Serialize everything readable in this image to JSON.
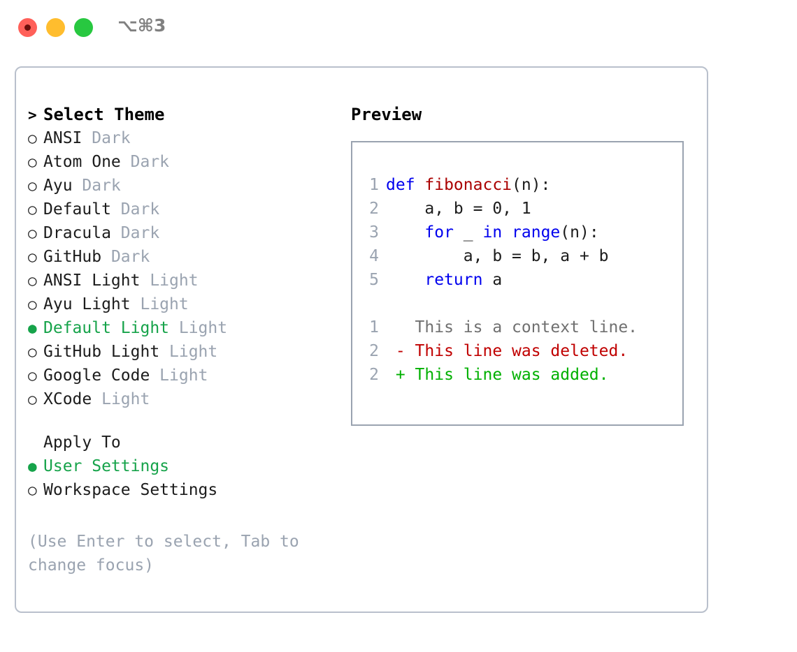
{
  "window": {
    "title": "⌥⌘3",
    "controls": [
      {
        "name": "close",
        "color": "#ff6059"
      },
      {
        "name": "minimize",
        "color": "#ffbd2e"
      },
      {
        "name": "maximize",
        "color": "#28c840"
      }
    ]
  },
  "theme_picker": {
    "header_marker": ">",
    "header": "Select Theme",
    "marker_selected": "●",
    "marker_unselected": "○",
    "accent_color": "#16a34a",
    "muted_color": "#9aa3b0",
    "items": [
      {
        "name": "ANSI",
        "kind": "Dark",
        "selected": false
      },
      {
        "name": "Atom One",
        "kind": "Dark",
        "selected": false
      },
      {
        "name": "Ayu",
        "kind": "Dark",
        "selected": false
      },
      {
        "name": "Default",
        "kind": "Dark",
        "selected": false
      },
      {
        "name": "Dracula",
        "kind": "Dark",
        "selected": false
      },
      {
        "name": "GitHub",
        "kind": "Dark",
        "selected": false
      },
      {
        "name": "ANSI Light",
        "kind": "Light",
        "selected": false
      },
      {
        "name": "Ayu Light",
        "kind": "Light",
        "selected": false
      },
      {
        "name": "Default Light",
        "kind": "Light",
        "selected": true
      },
      {
        "name": "GitHub Light",
        "kind": "Light",
        "selected": false
      },
      {
        "name": "Google Code",
        "kind": "Light",
        "selected": false
      },
      {
        "name": "XCode",
        "kind": "Light",
        "selected": false
      }
    ]
  },
  "apply_to": {
    "header": "Apply To",
    "items": [
      {
        "name": "User Settings",
        "selected": true
      },
      {
        "name": "Workspace Settings",
        "selected": false
      }
    ]
  },
  "hint": "(Use Enter to select, Tab to change focus)",
  "preview": {
    "title": "Preview",
    "code_lines": [
      {
        "number": "1",
        "tokens": [
          {
            "text": "def ",
            "type": "keyword"
          },
          {
            "text": "fibonacci",
            "type": "function"
          },
          {
            "text": "(n):",
            "type": "plain"
          }
        ]
      },
      {
        "number": "2",
        "tokens": [
          {
            "text": "    a, b = 0, 1",
            "type": "plain"
          }
        ]
      },
      {
        "number": "3",
        "tokens": [
          {
            "text": "    ",
            "type": "plain"
          },
          {
            "text": "for",
            "type": "keyword"
          },
          {
            "text": " _ ",
            "type": "plain"
          },
          {
            "text": "in",
            "type": "keyword"
          },
          {
            "text": " ",
            "type": "plain"
          },
          {
            "text": "range",
            "type": "keyword"
          },
          {
            "text": "(n):",
            "type": "plain"
          }
        ]
      },
      {
        "number": "4",
        "tokens": [
          {
            "text": "        a, b = b, a + b",
            "type": "plain"
          }
        ]
      },
      {
        "number": "5",
        "tokens": [
          {
            "text": "    ",
            "type": "plain"
          },
          {
            "text": "return",
            "type": "keyword"
          },
          {
            "text": " a",
            "type": "plain"
          }
        ]
      }
    ],
    "diff_lines": [
      {
        "number": "1",
        "sign": " ",
        "text": "This is a context line.",
        "type": "context"
      },
      {
        "number": "2",
        "sign": "-",
        "text": "This line was deleted.",
        "type": "deleted"
      },
      {
        "number": "2",
        "sign": "+",
        "text": "This line was added.",
        "type": "added"
      }
    ],
    "syntax_colors": {
      "keyword": "#0000ee",
      "function": "#aa0000",
      "plain": "#1c1c1c",
      "lineno": "#9aa3b0",
      "context": "#707070",
      "deleted": "#c00000",
      "added": "#00b000"
    }
  }
}
